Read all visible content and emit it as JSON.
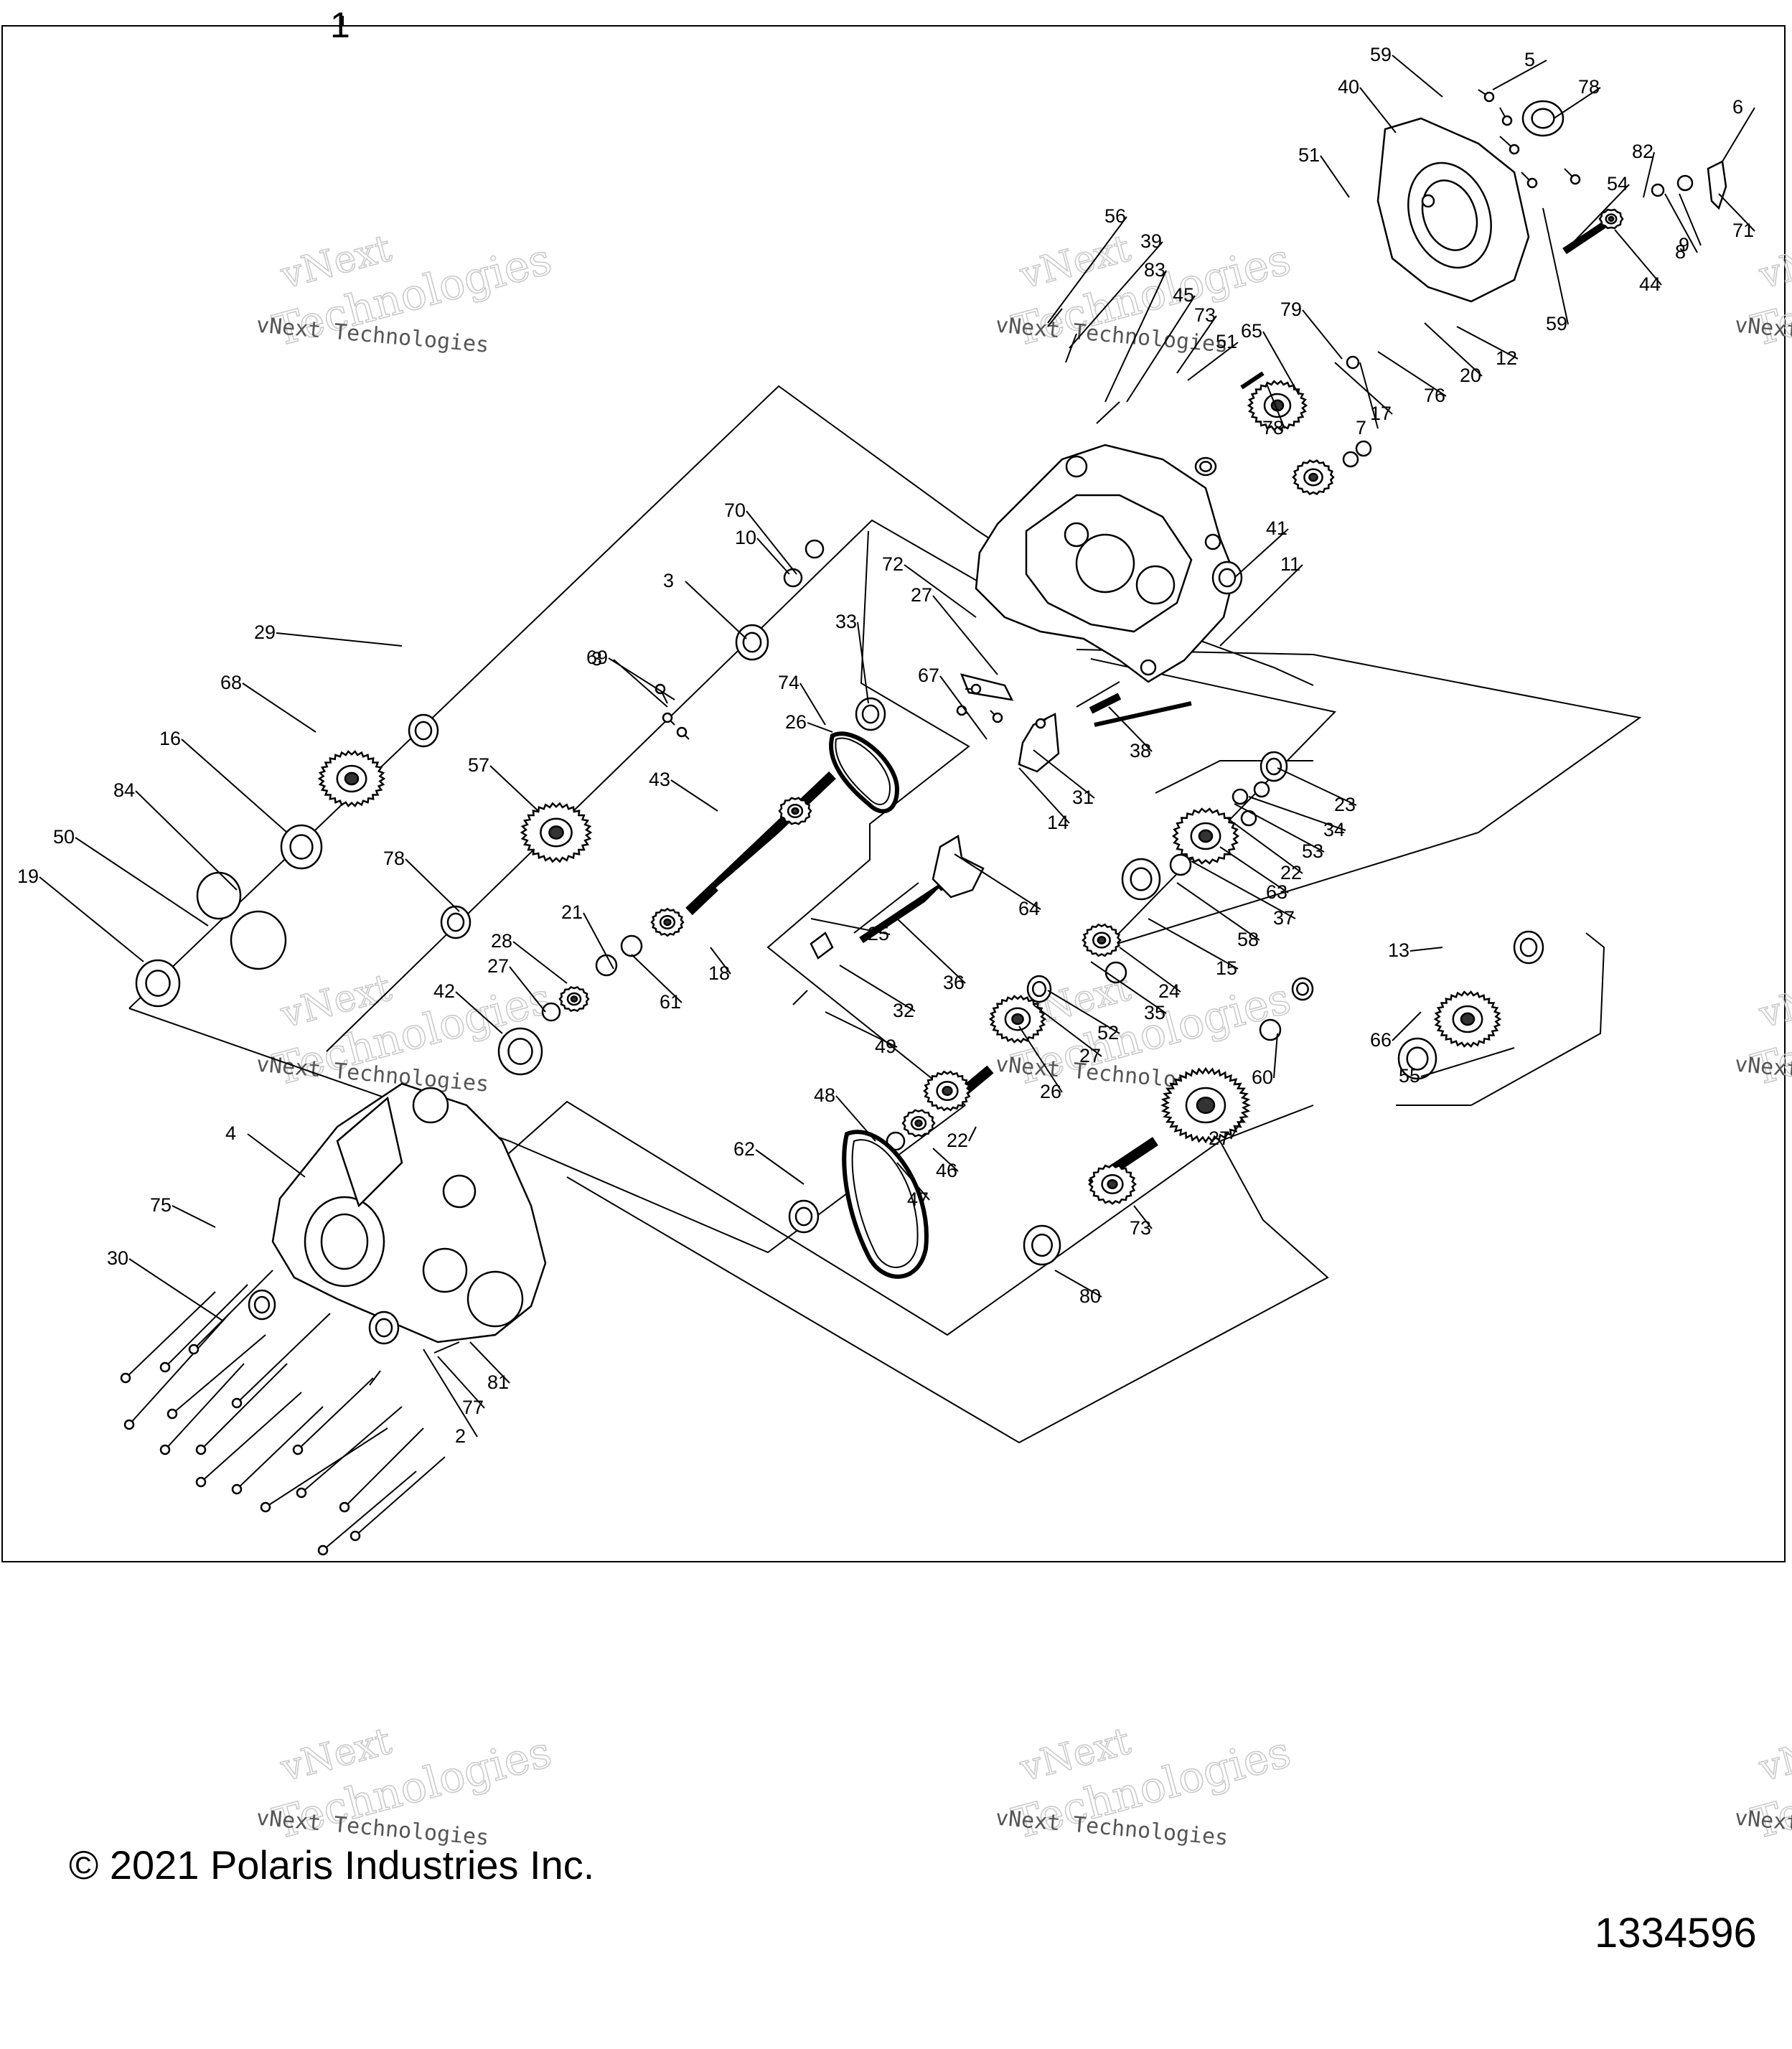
{
  "diagram": {
    "assembly_callout": "1",
    "copyright": "© 2021 Polaris Industries Inc.",
    "drawing_number": "1334596",
    "watermark": {
      "brand": "vNext",
      "line1": "vNext Technologies",
      "line2": "Technologies"
    },
    "callouts": [
      "59",
      "5",
      "40",
      "78",
      "6",
      "51",
      "82",
      "54",
      "71",
      "9",
      "8",
      "44",
      "59",
      "56",
      "39",
      "83",
      "45",
      "73",
      "51",
      "79",
      "65",
      "12",
      "20",
      "76",
      "17",
      "7",
      "78",
      "41",
      "11",
      "70",
      "10",
      "72",
      "27",
      "3",
      "69",
      "3",
      "33",
      "74",
      "26",
      "67",
      "29",
      "68",
      "16",
      "84",
      "50",
      "19",
      "57",
      "43",
      "38",
      "31",
      "14",
      "23",
      "34",
      "53",
      "22",
      "63",
      "37",
      "58",
      "15",
      "24",
      "35",
      "52",
      "27",
      "26",
      "13",
      "66",
      "60",
      "55",
      "64",
      "36",
      "32",
      "49",
      "25",
      "18",
      "61",
      "21",
      "28",
      "27",
      "42",
      "78",
      "4",
      "75",
      "30",
      "48",
      "62",
      "22",
      "46",
      "47",
      "27",
      "73",
      "80",
      "81",
      "77",
      "2"
    ]
  }
}
